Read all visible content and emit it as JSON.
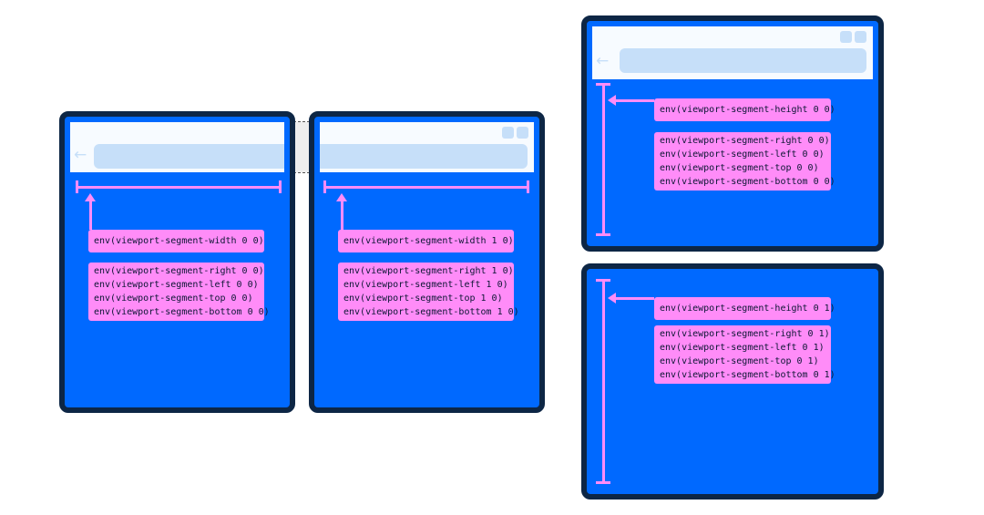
{
  "icons": {
    "back": "←"
  },
  "colors": {
    "screen": "#0069ff",
    "frame": "#0d2645",
    "annotation": "#ff8cf8",
    "browser_chrome": "#f7fbff"
  },
  "left_pair": {
    "segment_0_0": {
      "width": "env(viewport-segment-width 0 0)",
      "edges": [
        "env(viewport-segment-right 0 0)",
        "env(viewport-segment-left 0 0)",
        "env(viewport-segment-top 0 0)",
        "env(viewport-segment-bottom 0 0)"
      ]
    },
    "segment_1_0": {
      "width": "env(viewport-segment-width 1 0)",
      "edges": [
        "env(viewport-segment-right 1 0)",
        "env(viewport-segment-left 1 0)",
        "env(viewport-segment-top 1 0)",
        "env(viewport-segment-bottom 1 0)"
      ]
    }
  },
  "right_stack": {
    "segment_0_0": {
      "height": "env(viewport-segment-height 0 0)",
      "edges": [
        "env(viewport-segment-right 0 0)",
        "env(viewport-segment-left 0 0)",
        "env(viewport-segment-top 0 0)",
        "env(viewport-segment-bottom 0 0)"
      ]
    },
    "segment_0_1": {
      "height": "env(viewport-segment-height 0 1)",
      "edges": [
        "env(viewport-segment-right 0 1)",
        "env(viewport-segment-left 0 1)",
        "env(viewport-segment-top 0 1)",
        "env(viewport-segment-bottom 0 1)"
      ]
    }
  }
}
